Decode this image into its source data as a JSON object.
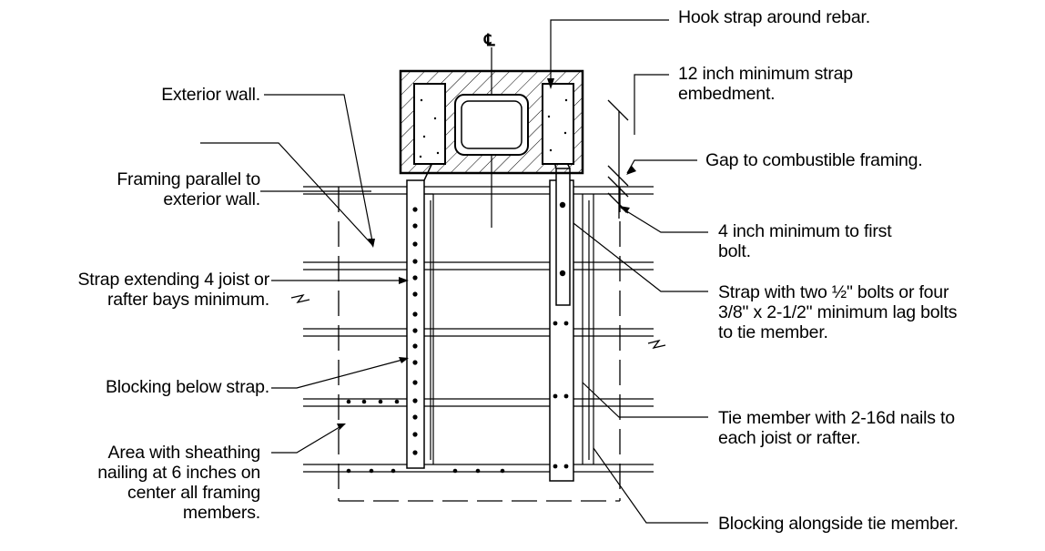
{
  "centerline_symbol": "℄",
  "labels": {
    "hook_strap": [
      "Hook strap around rebar."
    ],
    "embedment": [
      "12 inch minimum strap",
      "embedment."
    ],
    "gap": [
      "Gap to combustible framing."
    ],
    "first_bolt": [
      "4 inch minimum to first",
      "bolt."
    ],
    "strap_bolts": [
      "Strap with two ½\" bolts or four",
      "3/8\" x 2-1/2\" minimum lag bolts",
      "to tie member."
    ],
    "tie_member": [
      "Tie member with 2-16d nails to",
      "each joist or rafter."
    ],
    "blocking_tie": [
      "Blocking alongside tie member."
    ],
    "exterior_wall": [
      "Exterior wall."
    ],
    "framing_parallel": [
      "Framing parallel to",
      "exterior wall."
    ],
    "strap_extending": [
      "Strap extending 4 joist or",
      "rafter bays minimum."
    ],
    "blocking_below": [
      "Blocking below strap."
    ],
    "sheathing": [
      "Area with sheathing",
      "nailing at 6 inches on",
      "center all framing",
      "members."
    ]
  },
  "colors": {
    "ink": "#000000",
    "paper": "#ffffff"
  }
}
